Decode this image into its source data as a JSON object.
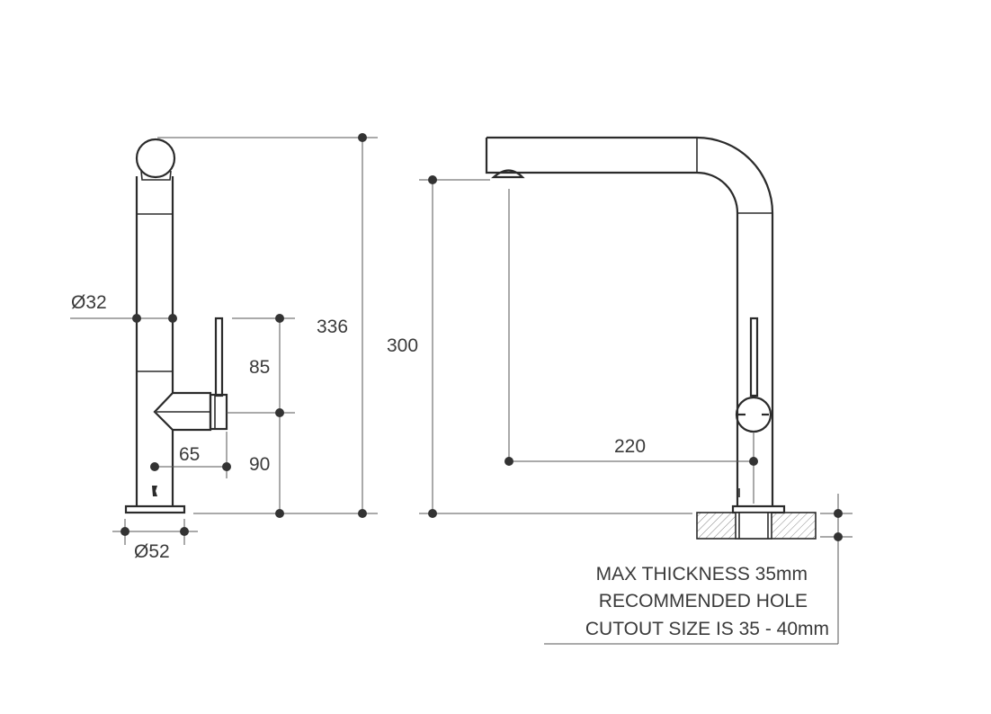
{
  "dimensions": {
    "diameter_body": "Ø32",
    "height_total": "336",
    "height_handle": "85",
    "height_lower": "90",
    "offset_handle": "65",
    "diameter_base": "Ø52",
    "spout_height": "300",
    "spout_reach": "220"
  },
  "note": {
    "line1": "MAX THICKNESS 35mm",
    "line2": "RECOMMENDED HOLE",
    "line3": "CUTOUT SIZE IS 35 - 40mm"
  },
  "colors": {
    "ink": "#2b2b2b",
    "dimension": "#555555",
    "background": "#ffffff"
  }
}
